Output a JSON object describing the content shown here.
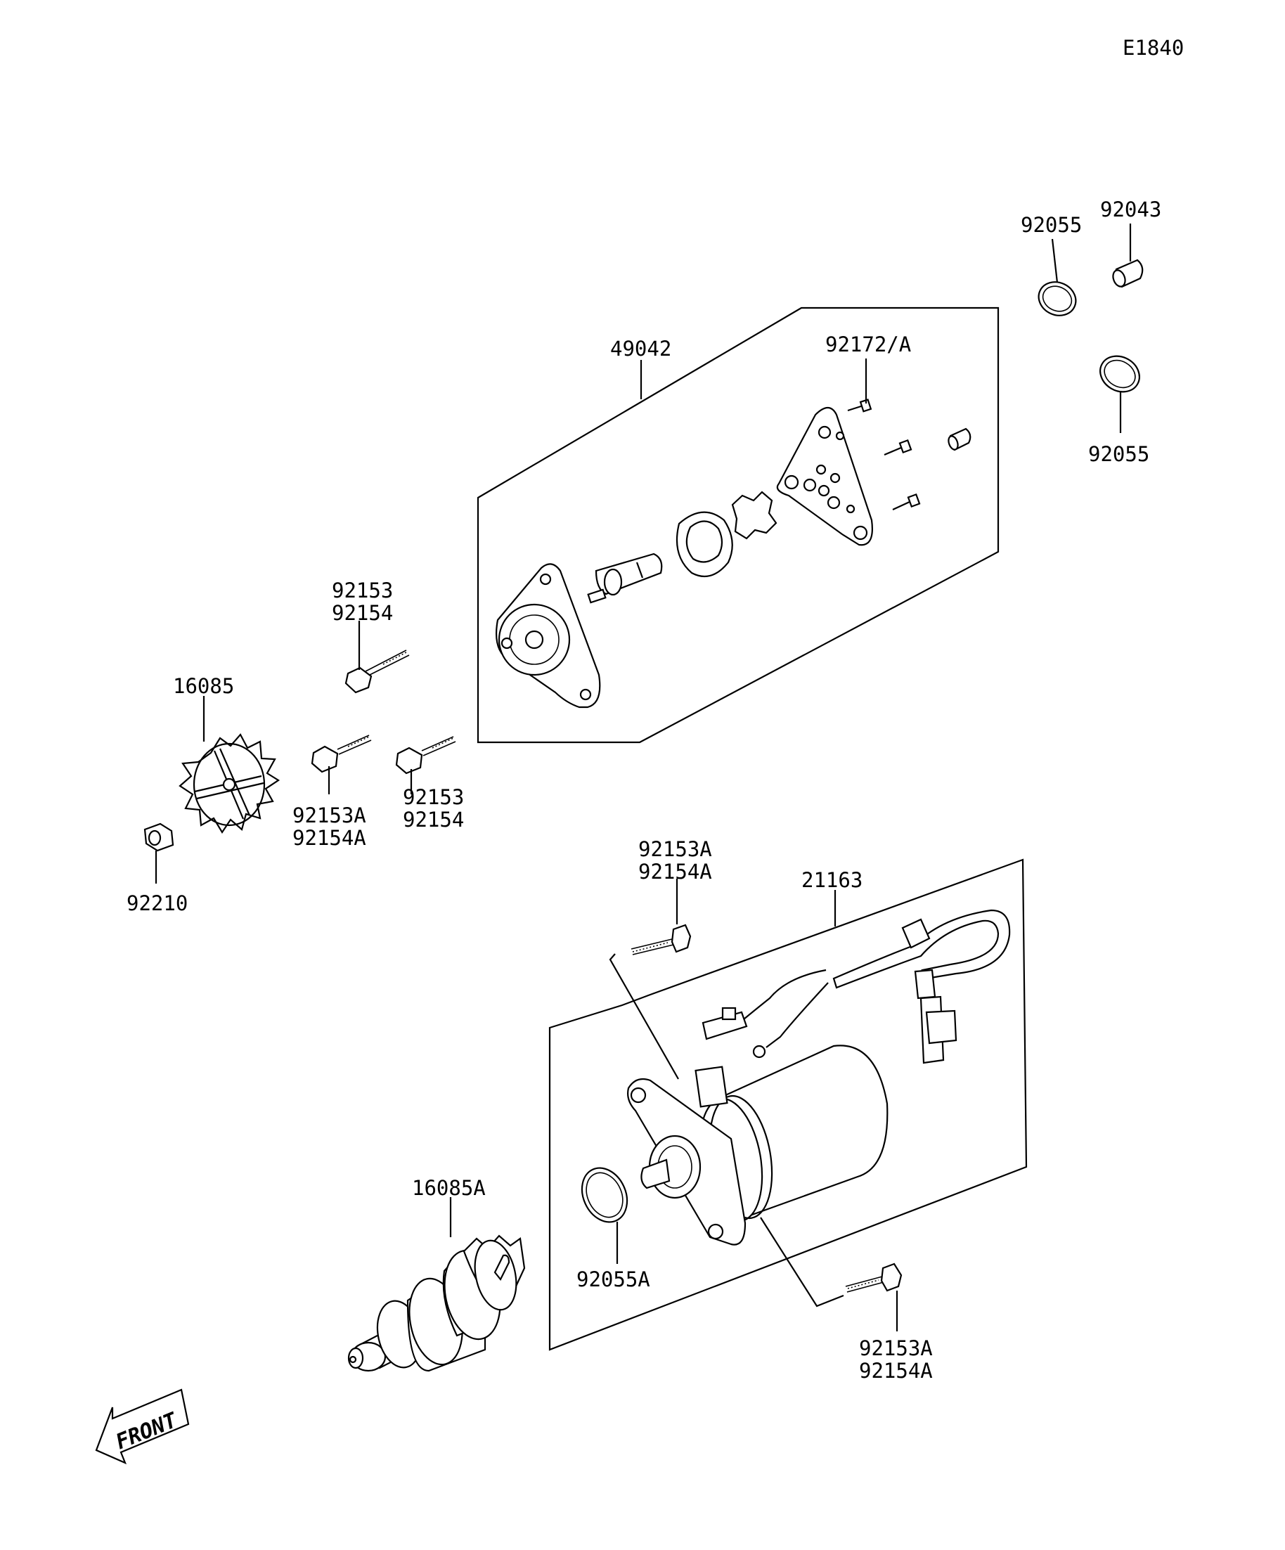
{
  "diagram": {
    "code": "E1840",
    "front_label": "FRONT",
    "callouts": {
      "c92055_top": "92055",
      "c92043": "92043",
      "c92055_right": "92055",
      "c49042": "49042",
      "c92172": "92172/A",
      "c92153_top_a": "92153",
      "c92154_top_b": "92154",
      "c16085": "16085",
      "c92153A_mid_a": "92153A",
      "c92154A_mid_b": "92154A",
      "c92153_mid_a": "92153",
      "c92154_mid_b": "92154",
      "c92210": "92210",
      "c92153A_upper_a": "92153A",
      "c92154A_upper_b": "92154A",
      "c21163": "21163",
      "c16085A": "16085A",
      "c92055A": "92055A",
      "c92153A_lower_a": "92153A",
      "c92154A_lower_b": "92154A"
    }
  }
}
